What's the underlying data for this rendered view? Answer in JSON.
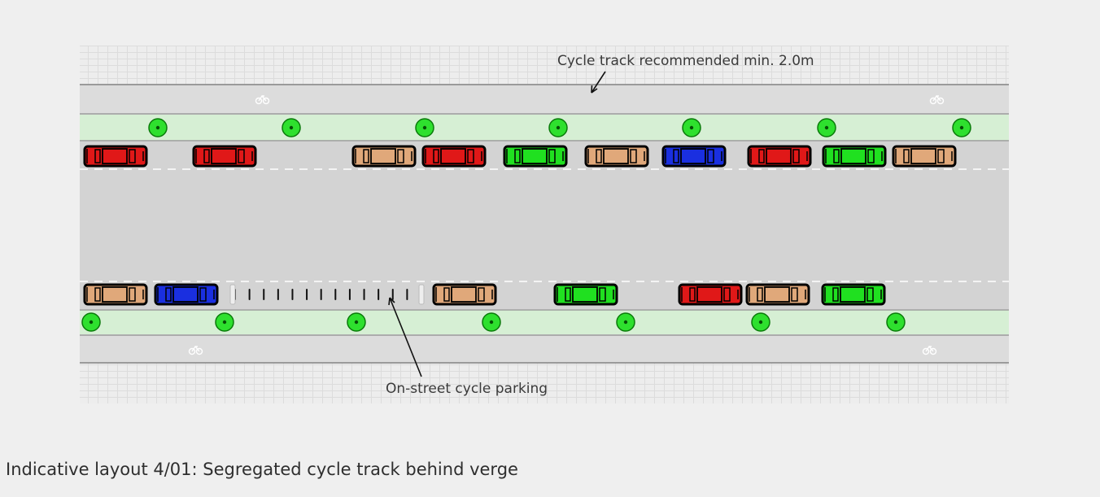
{
  "diagram": {
    "caption": "Indicative layout 4/01: Segregated cycle track behind verge",
    "annotations": {
      "cycle_track": "Cycle track recommended min. 2.0m",
      "cycle_parking": "On-street cycle parking"
    },
    "colors": {
      "background": "#efefef",
      "paving": "#ededed",
      "cycle_track": "#dcdcdc",
      "verge": "#d6efd4",
      "carriageway": "#d3d3d3",
      "tree": "#2ee02e",
      "car_red": "#e01818",
      "car_blue": "#1a2fe0",
      "car_green": "#20e020",
      "car_tan": "#e0a87a"
    },
    "top_parked_cars": [
      "red",
      "red",
      "tan",
      "red",
      "green",
      "tan",
      "blue",
      "red",
      "green",
      "tan"
    ],
    "bottom_parked_cars": [
      "tan",
      "blue",
      "tan",
      "green",
      "red",
      "tan",
      "green"
    ],
    "top_tree_count": 7,
    "bottom_tree_count": 7,
    "cycle_stand_count": 14
  }
}
